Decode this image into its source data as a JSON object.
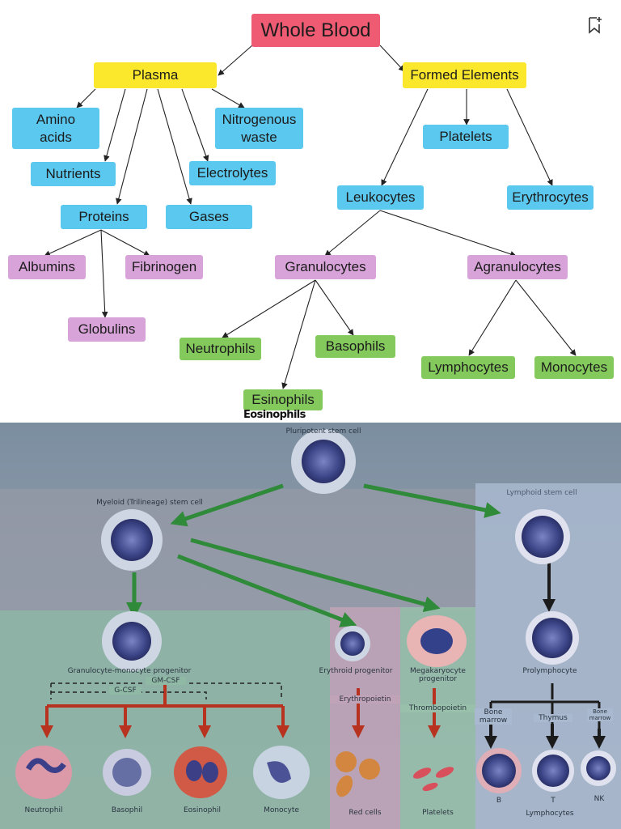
{
  "concept_map": {
    "root": "Whole Blood",
    "plasma": "Plasma",
    "formed_elements": "Formed Elements",
    "amino_acids": "Amino\nacids",
    "nitrogenous_waste": "Nitrogenous\nwaste",
    "nutrients": "Nutrients",
    "electrolytes": "Electrolytes",
    "proteins": "Proteins",
    "gases": "Gases",
    "albumins": "Albumins",
    "fibrinogen": "Fibrinogen",
    "globulins": "Globulins",
    "platelets": "Platelets",
    "leukocytes": "Leukocytes",
    "erythrocytes": "Erythrocytes",
    "granulocytes": "Granulocytes",
    "agranulocytes": "Agranulocytes",
    "neutrophils": "Neutrophils",
    "basophils": "Basophils",
    "eosinophils": "Esinophils",
    "lymphocytes": "Lymphocytes",
    "monocytes": "Monocytes",
    "handwritten_correction": "Eosinophils"
  },
  "icons": {
    "bookmark": "bookmark-add-icon"
  },
  "colors": {
    "root": "#ef5b73",
    "level1": "#fbe72b",
    "plasma_items": "#5bc8ef",
    "protein_types": "#d8a3d8",
    "wbc_types": "#84c95c",
    "green_arrow": "#2f8a3a",
    "red_arrow": "#b8331f"
  },
  "hematopoiesis": {
    "pluripotent": "Pluripotent stem cell",
    "myeloid": "Myeloid (Trilineage) stem cell",
    "lymphoid": "Lymphoid stem cell",
    "gm_progenitor": "Granulocyte-monocyte progenitor",
    "gm_csf": "GM-CSF",
    "g_csf": "G-CSF",
    "erythroid": "Erythroid progenitor",
    "erythropoietin": "Erythropoietin",
    "megakaryocyte": "Megakaryocyte\nprogenitor",
    "thrombopoietin": "Thrombopoietin",
    "prolymphocyte": "Prolymphocyte",
    "bone_marrow": "Bone\nmarrow",
    "thymus": "Thymus",
    "bone_marrow_small": "Bone\nmarrow",
    "neutrophil": "Neutrophil",
    "basophil": "Basophil",
    "eosinophil": "Eosinophil",
    "monocyte": "Monocyte",
    "red_cells": "Red cells",
    "platelets": "Platelets",
    "b": "B",
    "t": "T",
    "nk": "NK",
    "lymphocytes": "Lymphocytes"
  }
}
